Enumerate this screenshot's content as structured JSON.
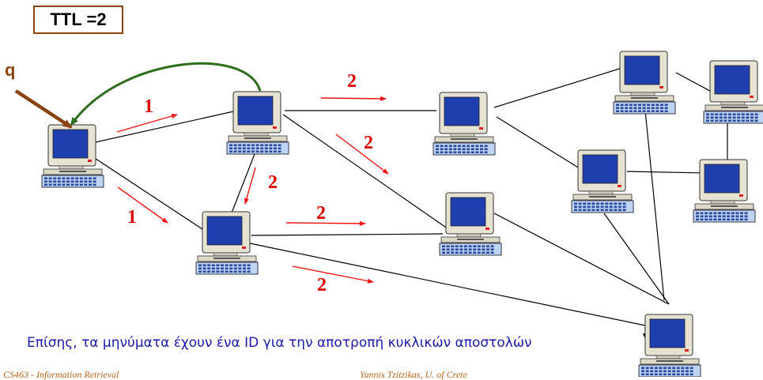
{
  "ttl_label": "TTL =2",
  "query_label": "q",
  "note_text": "Επίσης, τα μηνύματα έχουν ένα ID για την αποτροπή κυκλικών αποστολών",
  "footer": {
    "left": "CS463 - Information Retrieval",
    "right": "Yannis Tzitzikas, U. of Crete"
  },
  "hop_labels": [
    "1",
    "1",
    "2",
    "2",
    "2",
    "2",
    "2"
  ],
  "colors": {
    "hop_arrow": "#ee1111",
    "hop_text": "#dd0000",
    "query_arrow": "#8b4513",
    "return_arrow": "#2d6e1e",
    "screen": "#1f3fae",
    "monitor": "#e6e3d3",
    "note_text": "#1a1aa6",
    "footer_text": "#b5651d"
  }
}
